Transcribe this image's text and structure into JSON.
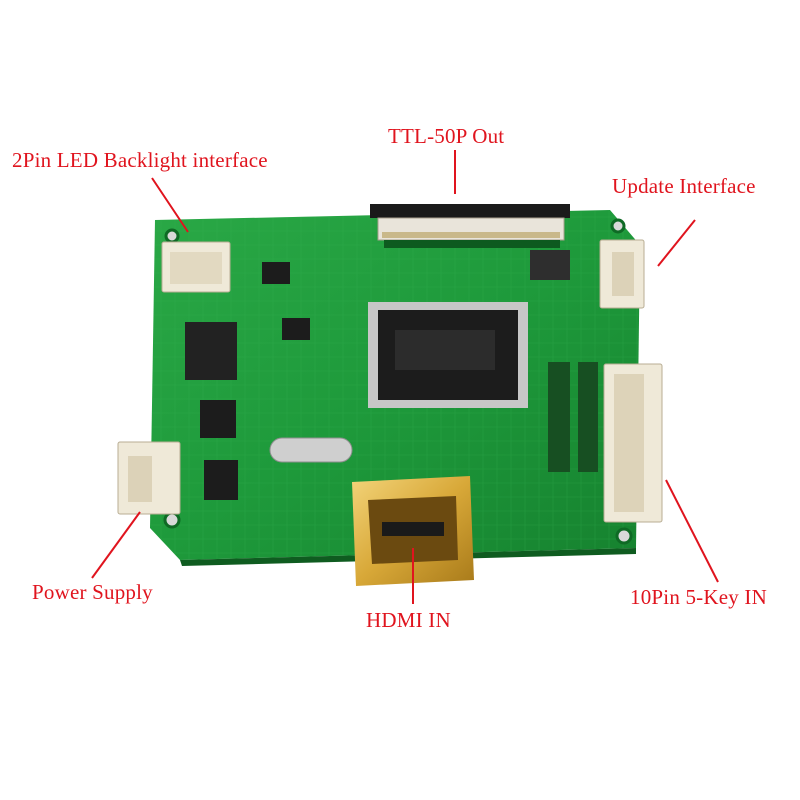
{
  "labels": {
    "backlight": "2Pin LED Backlight interface",
    "ttl_out": "TTL-50P Out",
    "update": "Update Interface",
    "power": "Power Supply",
    "hdmi": "HDMI IN",
    "keys": "10Pin 5-Key IN"
  },
  "colors": {
    "label": "#e0141e",
    "pcb": "#1f9a3a",
    "pcb_dark": "#137a2a",
    "leader": "#e0141e"
  }
}
